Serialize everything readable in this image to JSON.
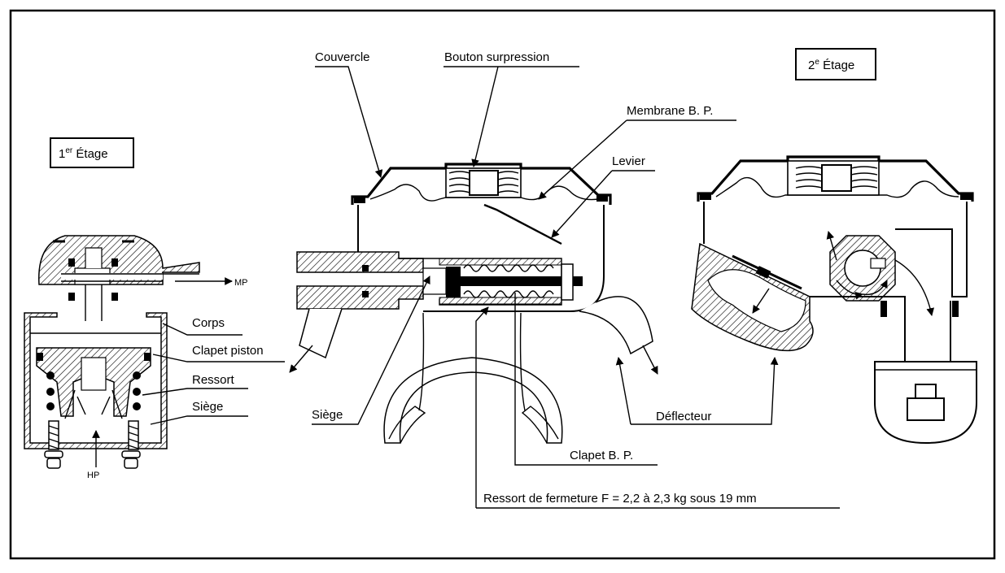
{
  "stage_titles": {
    "first": "1er Étage",
    "first_base": "1",
    "first_sup": "er",
    "first_rest": " Étage",
    "second": "2e Étage",
    "second_base": "2",
    "second_sup": "e",
    "second_rest": " Étage"
  },
  "first_stage_labels": {
    "mp": "MP",
    "hp": "HP",
    "corps": "Corps",
    "clapet_piston": "Clapet piston",
    "ressort": "Ressort",
    "siege": "Siège"
  },
  "second_stage_labels": {
    "couvercle": "Couvercle",
    "bouton_surpression": "Bouton surpression",
    "membrane_bp": "Membrane B. P.",
    "levier": "Levier",
    "siege": "Siège",
    "deflecteur": "Déflecteur",
    "clapet_bp": "Clapet B. P.",
    "ressort_fermeture": "Ressort de fermeture F = 2,2 à 2,3 kg sous 19 mm"
  }
}
